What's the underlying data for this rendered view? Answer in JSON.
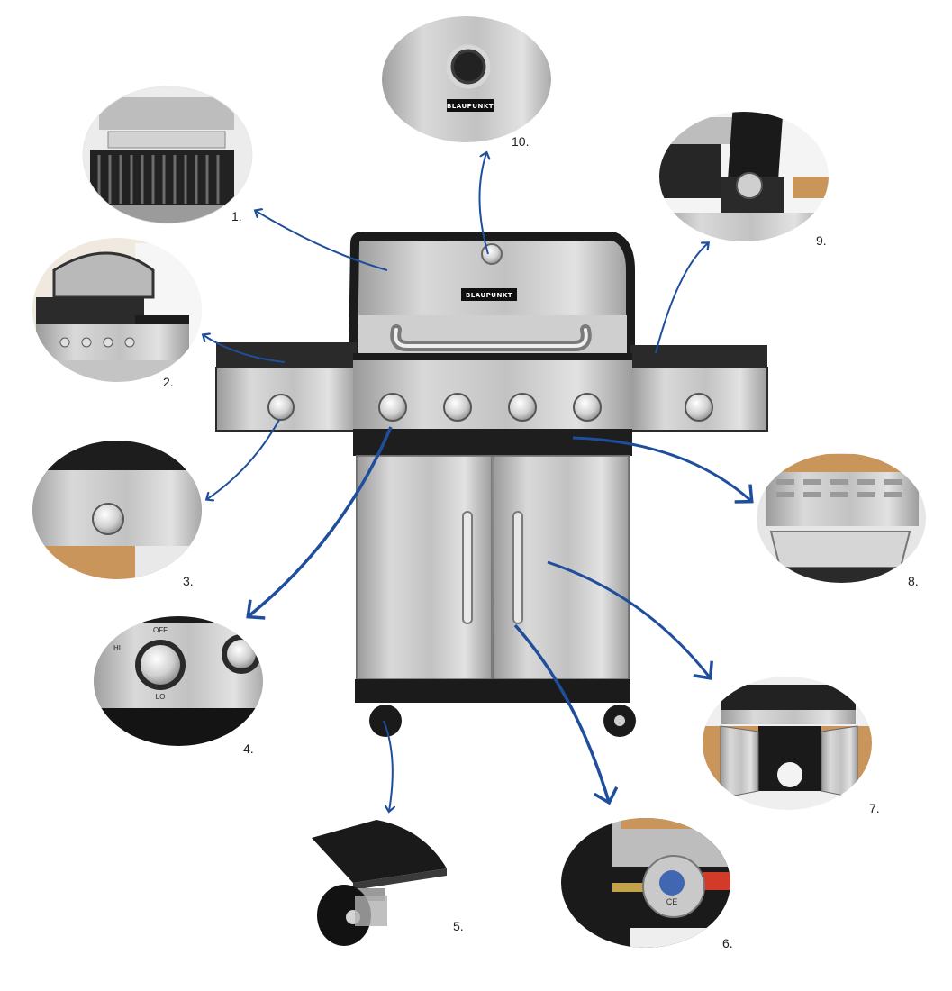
{
  "brand": {
    "name": "BLAUPUNKT",
    "badge_color": "#0f0f0f"
  },
  "colors": {
    "arrow": "#1f4e9c",
    "steel_light": "#dcdcdc",
    "steel_mid": "#b8b8b8",
    "steel_dark": "#8c8c8c",
    "black_trim": "#1b1b1b",
    "wood": "#c9955a"
  },
  "callouts": [
    {
      "id": "1",
      "label": "1.",
      "depicts": "grill-grates-interior"
    },
    {
      "id": "2",
      "label": "2.",
      "depicts": "open-lid-side-burner"
    },
    {
      "id": "3",
      "label": "3.",
      "depicts": "side-burner-knob"
    },
    {
      "id": "4",
      "label": "4.",
      "depicts": "control-knob-closeup"
    },
    {
      "id": "5",
      "label": "5.",
      "depicts": "caster-wheel"
    },
    {
      "id": "6",
      "label": "6.",
      "depicts": "gas-regulator"
    },
    {
      "id": "7",
      "label": "7.",
      "depicts": "open-cabinet"
    },
    {
      "id": "8",
      "label": "8.",
      "depicts": "grease-tray"
    },
    {
      "id": "9",
      "label": "9.",
      "depicts": "side-burner-lid-open"
    },
    {
      "id": "10",
      "label": "10.",
      "depicts": "lid-thermometer"
    }
  ],
  "knob_labels": {
    "off": "OFF",
    "hi": "HI",
    "lo": "LO"
  },
  "regulator_text": "CE"
}
